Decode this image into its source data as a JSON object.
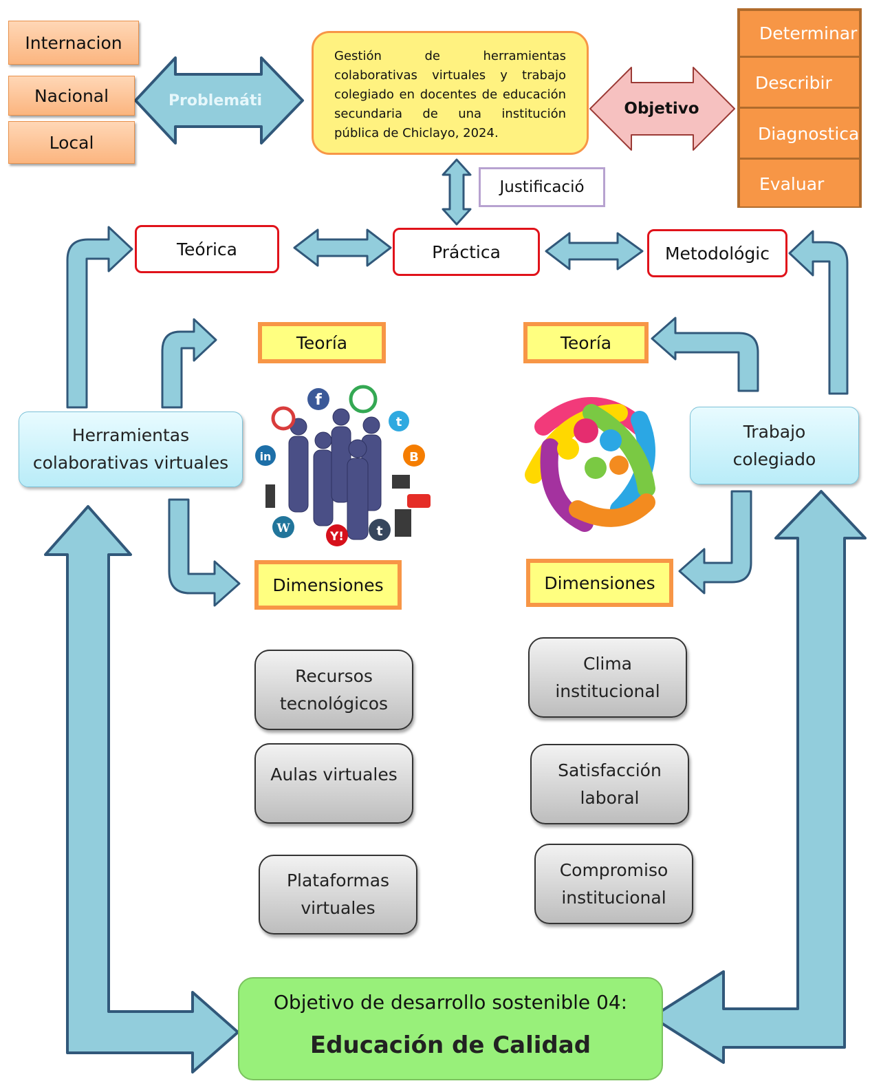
{
  "title_box": "Gestión de herramientas colaborativas virtuales y trabajo colegiado en docentes de educación secundaria de una institución pública de Chiclayo, 2024.",
  "scope_levels": [
    "Internacion",
    "Nacional",
    "Local"
  ],
  "problematica_label": "Problemáti",
  "objetivo_label": "Objetivo",
  "objetivos": [
    "Determinar",
    "Describir",
    "Diagnostica",
    "Evaluar"
  ],
  "justificacion_label": "Justificació",
  "justificacion_types": {
    "teorica": "Teórica",
    "practica": "Práctica",
    "metodologica": "Metodológic"
  },
  "variable_1": {
    "name_line1": "Herramientas",
    "name_line2": "colaborativas virtuales",
    "teoria_label": "Teoría",
    "dimensiones_label": "Dimensiones",
    "dimensions": [
      {
        "line1": "Recursos",
        "line2": "tecnológicos"
      },
      {
        "line1": "Aulas virtuales",
        "line2": ""
      },
      {
        "line1": "Plataformas",
        "line2": "virtuales"
      }
    ]
  },
  "variable_2": {
    "name_line1": "Trabajo",
    "name_line2": "colegiado",
    "teoria_label": "Teoría",
    "dimensiones_label": "Dimensiones",
    "dimensions": [
      {
        "line1": "Clima",
        "line2": "institucional"
      },
      {
        "line1": "Satisfacción",
        "line2": "laboral"
      },
      {
        "line1": "Compromiso",
        "line2": "institucional"
      }
    ]
  },
  "ods": {
    "subtitle": "Objetivo de desarrollo sostenible 04:",
    "title": "Educación de Calidad"
  },
  "social_icons": [
    "facebook-icon",
    "google-icon",
    "twitter-icon",
    "picasa-icon",
    "linkedin-icon",
    "blogger-icon",
    "youtube-icon",
    "wordpress-icon",
    "yahoo-icon",
    "tumblr-icon"
  ],
  "colors": {
    "arrow_fill": "#92cddc",
    "arrow_stroke": "#31587a",
    "problematica_text": "#dff6fb",
    "objetivo_fill": "#f6c1c0",
    "title_fill": "#fff280",
    "title_border": "#f79646",
    "ods_fill": "#98f07a",
    "red_border": "#e0121a",
    "teoria_fill": "#ffff80",
    "orange": "#f79646"
  }
}
